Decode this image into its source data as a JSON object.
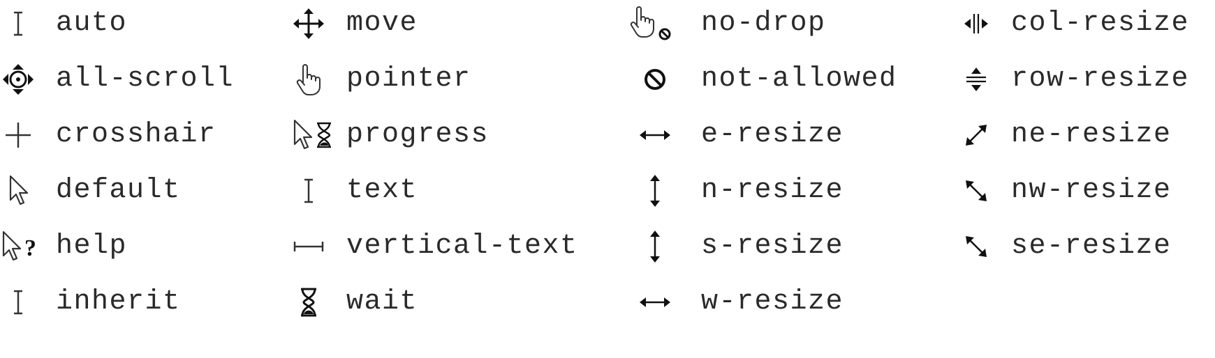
{
  "columns": [
    {
      "items": [
        {
          "label": "auto",
          "icon": "text-ibeam-icon"
        },
        {
          "label": "all-scroll",
          "icon": "all-scroll-icon"
        },
        {
          "label": "crosshair",
          "icon": "crosshair-icon"
        },
        {
          "label": "default",
          "icon": "arrow-pointer-icon"
        },
        {
          "label": "help",
          "icon": "help-arrow-icon"
        },
        {
          "label": "inherit",
          "icon": "text-ibeam-icon"
        }
      ]
    },
    {
      "items": [
        {
          "label": "move",
          "icon": "move-icon"
        },
        {
          "label": "pointer",
          "icon": "hand-pointer-icon"
        },
        {
          "label": "progress",
          "icon": "arrow-hourglass-icon"
        },
        {
          "label": "text",
          "icon": "text-ibeam-icon"
        },
        {
          "label": "vertical-text",
          "icon": "vertical-text-icon"
        },
        {
          "label": "wait",
          "icon": "hourglass-icon"
        }
      ]
    },
    {
      "items": [
        {
          "label": "no-drop",
          "icon": "hand-no-drop-icon"
        },
        {
          "label": "not-allowed",
          "icon": "not-allowed-icon"
        },
        {
          "label": "e-resize",
          "icon": "horizontal-resize-icon"
        },
        {
          "label": "n-resize",
          "icon": "vertical-resize-icon"
        },
        {
          "label": "s-resize",
          "icon": "vertical-resize-icon"
        },
        {
          "label": "w-resize",
          "icon": "horizontal-resize-icon"
        }
      ]
    },
    {
      "items": [
        {
          "label": "col-resize",
          "icon": "col-resize-icon"
        },
        {
          "label": "row-resize",
          "icon": "row-resize-icon"
        },
        {
          "label": "ne-resize",
          "icon": "diagonal-ne-resize-icon"
        },
        {
          "label": "nw-resize",
          "icon": "diagonal-nw-resize-icon"
        },
        {
          "label": "se-resize",
          "icon": "diagonal-nw-resize-icon"
        }
      ]
    }
  ]
}
